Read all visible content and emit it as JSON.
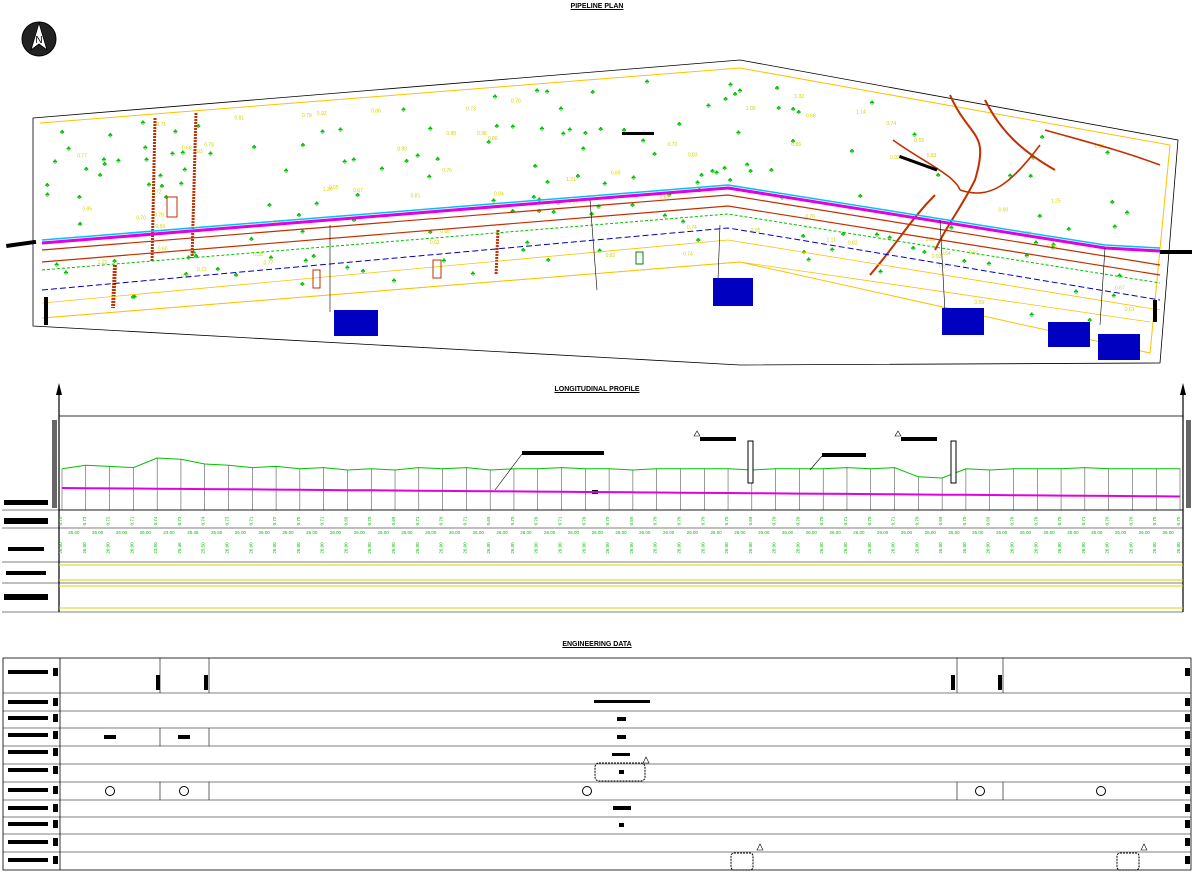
{
  "titles": {
    "plan": "PIPELINE PLAN",
    "profile": "LONGITUDINAL PROFILE",
    "engineering": "ENGINEERING DATA"
  },
  "north_arrow": {
    "letter": "N",
    "icon": "north-arrow-icon"
  },
  "colors": {
    "pipeline": "#e000e0",
    "centerline": "#00c0ff",
    "boundary": "#ffc000",
    "tree": "#00c000",
    "elevation_text": "#d4d400",
    "road": "#c03000",
    "callout": "#0000c0",
    "profile_ground": "#00c000",
    "profile_grid": "#000000"
  },
  "plan_elevations": [
    "0.65",
    "0.72",
    "0.85",
    "1.11",
    "1.06",
    "0.88",
    "0.93",
    "0.82",
    "0.67",
    "0.79",
    "0.86",
    "0.83",
    "0.98",
    "0.80",
    "0.74",
    "0.62",
    "0.70",
    "0.64",
    "0.91",
    "0.76",
    "1.12",
    "1.21",
    "0.73",
    "0.88",
    "0.92",
    "0.67",
    "0.68",
    "0.78",
    "0.81",
    "0.70",
    "0.59",
    "0.84",
    "1.00",
    "1.25",
    "1.30",
    "0.95",
    "0.77",
    "0.88",
    "0.74",
    "0.66",
    "0.82",
    "0.69",
    "0.61",
    "0.55",
    "0.71",
    "0.79",
    "0.87",
    "0.96",
    "1.02",
    "1.14",
    "0.72",
    "0.63",
    "0.68",
    "0.85",
    "0.93",
    "0.80",
    "0.76",
    "0.70",
    "0.74",
    "0.81",
    "0.89",
    "0.92",
    "0.65",
    "0.60",
    "0.58",
    "0.77",
    "0.83",
    "0.90",
    "0.86",
    "0.78"
  ],
  "profile_elevations": [
    "0.70",
    "0.73",
    "0.72",
    "0.71",
    "0.74",
    "0.73",
    "0.74",
    "0.73",
    "0.71",
    "0.72",
    "0.70",
    "0.71",
    "0.69",
    "0.70",
    "0.69",
    "0.71",
    "0.70",
    "0.71",
    "0.69",
    "0.70",
    "0.70",
    "0.71",
    "0.70",
    "0.70",
    "0.69",
    "0.70",
    "0.70",
    "0.70",
    "0.70",
    "0.69",
    "0.70",
    "0.70",
    "0.70",
    "0.71",
    "0.70",
    "0.71",
    "0.70",
    "0.69",
    "0.70",
    "0.69",
    "0.70",
    "0.70",
    "0.70",
    "0.71",
    "0.70",
    "0.70",
    "0.70",
    "0.70"
  ],
  "profile_chainages": [
    "26.00",
    "26.00",
    "26.00",
    "26.00",
    "23.00",
    "25.46",
    "25.50",
    "26.00",
    "26.00",
    "26.00",
    "26.00",
    "26.00",
    "26.00",
    "26.00",
    "26.00",
    "26.00",
    "26.00",
    "26.00",
    "26.00",
    "26.00",
    "26.00",
    "26.00",
    "26.00",
    "26.00",
    "26.00",
    "26.00",
    "26.00",
    "26.00",
    "26.00",
    "26.00",
    "26.00",
    "26.00",
    "26.00",
    "26.00",
    "26.00",
    "26.00",
    "26.00",
    "26.00",
    "26.00",
    "26.00",
    "26.00",
    "26.00",
    "26.00",
    "26.00",
    "26.00",
    "26.00",
    "26.00",
    "26.00"
  ]
}
